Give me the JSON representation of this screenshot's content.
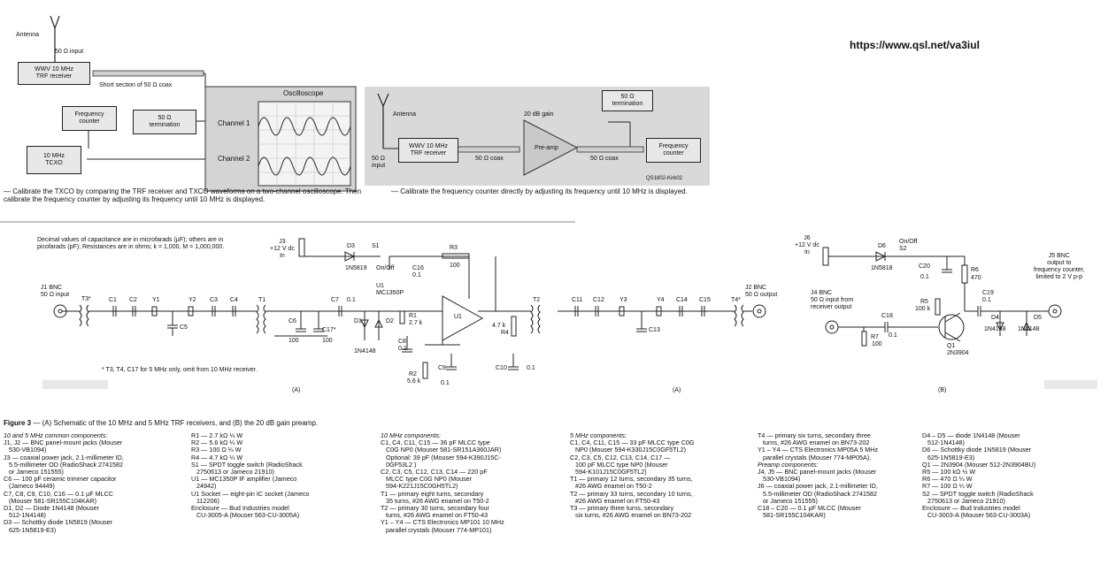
{
  "url": "https://www.qsl.net/va3iul",
  "top_left": {
    "antenna": "Antenna",
    "input": "50 Ω input",
    "trf_receiver": "WWV 10 MHz\nTRF receiver",
    "coax": "Short section of 50 Ω coax",
    "freq_counter": "Frequency\ncounter",
    "termination": "50 Ω\ntermination",
    "tcxo": "10 MHz\nTCXO",
    "oscilloscope": "Oscilloscope",
    "channel1": "Channel 1",
    "channel2": "Channel 2",
    "caption": "— Calibrate the TXCO by comparing the TRF receiver and TXCO waveforms on a two-channel oscilloscope. Then calibrate the frequency counter by adjusting its frequency until 10 MHz is displayed."
  },
  "top_mid": {
    "antenna": "Antenna",
    "input": "50 Ω\ninput",
    "trf_receiver": "WWV 10 MHz\nTRF receiver",
    "coax1": "50 Ω coax",
    "gain": "20 dB gain",
    "preamp": "Pre-amp",
    "termination": "50 Ω\ntermination",
    "coax2": "50 Ω coax",
    "freq_counter": "Frequency\ncounter",
    "code": "QS1802-Kirk02",
    "caption": "— Calibrate the frequency counter directly by adjusting its frequency until 10 MHz is displayed."
  },
  "schematic": {
    "note": "Decimal values of capacitance are in microfarads (µF); others are in picofarads (pF); Resistances are in ohms; k = 1,000, M = 1,000,000.",
    "j3": "J3\n+12 V dc\nIn",
    "d3": "D3",
    "d3p": "1N5819",
    "s1": "S1",
    "onoff": "On/Off",
    "r3": "R3",
    "r3v": "100",
    "c16": "C16",
    "c16v": "0.1",
    "j1": "J1 BNC\n50 Ω input",
    "t3": "T3*",
    "c1": "C1",
    "c2": "C2",
    "y1": "Y1",
    "y2": "Y2",
    "c3": "C3",
    "c4": "C4",
    "c5": "C5",
    "t1": "T1",
    "c6": "C6",
    "c6v": "100",
    "c17": "C17*",
    "c17v": "100",
    "c7": "C7",
    "c7v": "0.1",
    "u1": "U1\nMC1350P",
    "d1": "D1",
    "d2": "D2",
    "d12p": "1N4148",
    "r1": "R1",
    "r1v": "2.7 k",
    "c8": "C8",
    "c8v": "0.1",
    "c9": "C9",
    "c9v": "0.1",
    "r2": "R2",
    "r2v": "5.6 k",
    "u1b": "U1",
    "r4": "R4",
    "r4v": "4.7 k",
    "c10": "C10",
    "c10v": "0.1",
    "t2": "T2",
    "c11": "C11",
    "c12": "C12",
    "y3": "Y3",
    "y4": "Y4",
    "c13": "C13",
    "c14": "C14",
    "c15": "C15",
    "t4": "T4*",
    "j2": "J2 BNC\n50 Ω output",
    "footnote": "* T3, T4, C17 for 5 MHz only, omit from 10 MHz receiver.",
    "label_a1": "(A)",
    "label_a2": "(A)",
    "j6": "J6\n+12 V dc\nIn",
    "d6": "D6",
    "d6p": "1N5818",
    "s2": "On/Off\nS2",
    "c20": "C20",
    "c20v": "0.1",
    "r6": "R6",
    "r6v": "470",
    "j5": "J5 BNC\noutput to\nfrequency counter,\nlimited to 2 V p-p",
    "j4": "J4 BNC\n50 Ω input from\nreceiver output",
    "c19": "C19",
    "c19v": "0.1",
    "r5": "R5",
    "r5v": "100 k",
    "c18": "C18",
    "c18v": "0.1",
    "r7": "R7",
    "r7v": "100",
    "q1": "Q1\n2N3904",
    "d4": "D4",
    "d5": "D5",
    "d45p": "1N4148",
    "label_b": "(B)"
  },
  "figure_caption_bold": "Figure 3",
  "figure_caption": " — (A) Schematic of the 10 MHz and 5 MHz TRF receivers, and (B) the 20 dB gain preamp.",
  "parts": [
    [
      "10 and 5 MHz common components:",
      "J1, J2 — BNC panel-mount jacks (Mouser",
      "   530-VB1094)",
      "J3 — coaxial power jack, 2.1-millimeter ID,",
      "   5.5-millimeter OD (RadioShack 2741582",
      "   or Jameco 151555)",
      "C6 — 100 pF ceramic trimmer capacitor",
      "   (Jameco 94449)",
      "C7, C8, C9, C10, C16 — 0.1 µF MLCC",
      "   (Mouser 581-SR155C104KAR)",
      "D1, D2 — Diode 1N4148 (Mouser",
      "   512-1N4148)",
      "D3 — Schottky diode 1N5819 (Mouser",
      "   625-1N5819-E3)"
    ],
    [
      "R1 — 2.7 kΩ ¼ W",
      "R2 — 5.6 kΩ ¼ W",
      "R3 — 100 Ω ¼ W",
      "R4 — 4.7 kΩ ¼ W",
      "S1 — SPDT toggle switch (RadioShack",
      "   2750613 or Jameco 21910)",
      "U1 — MC1350P IF amplifier (Jameco",
      "   24942)",
      "U1 Socket — eight-pin IC socket (Jameco",
      "   112206)",
      "Enclosure — Bud Industries model",
      "   CU-3005-A (Mouser 563-CU-3005A)"
    ],
    [
      "10 MHz components:",
      "C1, C4, C11, C15 — 36 pF MLCC type",
      "   C0G NP0 (Mouser 581-SR151A360JAR)",
      "   Optional: 39 pF (Mouser 594-K390J15C-",
      "   0GF53L2 )",
      "C2, C3, C5, C12, C13, C14 — 220 pF",
      "   MLCC type C0G NP0 (Mouser",
      "   594-K221J15C0GH5TL2)",
      "T1 — primary eight turns, secondary",
      "   35 turns, #26 AWG enamel on T50-2",
      "T2 — primary 30 turns, secondary four",
      "   turns, #26 AWG enamel on FT50-43",
      "Y1 – Y4 — CTS Electronics MP101 10 MHz",
      "   parallel crystals (Mouser 774-MP101)"
    ],
    [
      "5 MHz components:",
      "C1, C4, C11, C15 — 33 pF MLCC type C0G",
      "   NP0 (Mouser 594-K330J15C0GF5TL2)",
      "C2, C3, C5, C12, C13, C14, C17 —",
      "   100 pF MLCC type NP0 (Mouser",
      "   594-K101J15C0GF5TL2)",
      "T1 — primary 12 turns, secondary 35 turns,",
      "   #26 AWG enamel on T50-2",
      "T2 — primary 33 turns, secondary 10 turns,",
      "   #26 AWG enamel on FT50-43",
      "T3 — primary three turns, secondary",
      "   six turns, #26 AWG enamel on BN73-202"
    ],
    [
      "T4 — primary six turns, secondary three",
      "   turns, #26 AWG enamel on BN73-202",
      "Y1 – Y4 — CTS Electronics MP05A 5 MHz",
      "   parallel crystals (Mouser 774-MP05A).",
      "",
      "Preamp components:",
      "J4, J5 — BNC panel-mount jacks (Mouser",
      "   530-VB1094)",
      "J6 — coaxial power jack, 2.1-millimeter ID,",
      "   5.5-millimeter OD (RadioShack 2741582",
      "   or Jameco 151555)",
      "C18 – C20 — 0.1 µF MLCC (Mouser",
      "   581-SR155C104KAR)"
    ],
    [
      "D4 – D5 — diode 1N4148 (Mouser",
      "   512-1N4148)",
      "D6 — Schottky diode 1N5819 (Mouser",
      "   625-1N5819-E3)",
      "Q1 — 2N3904 (Mouser 512-2N3904BU)",
      "R5 — 100 kΩ ½ W",
      "R6 — 470 Ω ¼ W",
      "R7 — 100 Ω ¼ W",
      "S2 — SPDT toggle switch (RadioShack",
      "   2750613 or Jameco 21910)",
      "Enclosure — Bud Industries model",
      "   CU-3003-A (Mouser 563-CU-3003A)"
    ]
  ]
}
